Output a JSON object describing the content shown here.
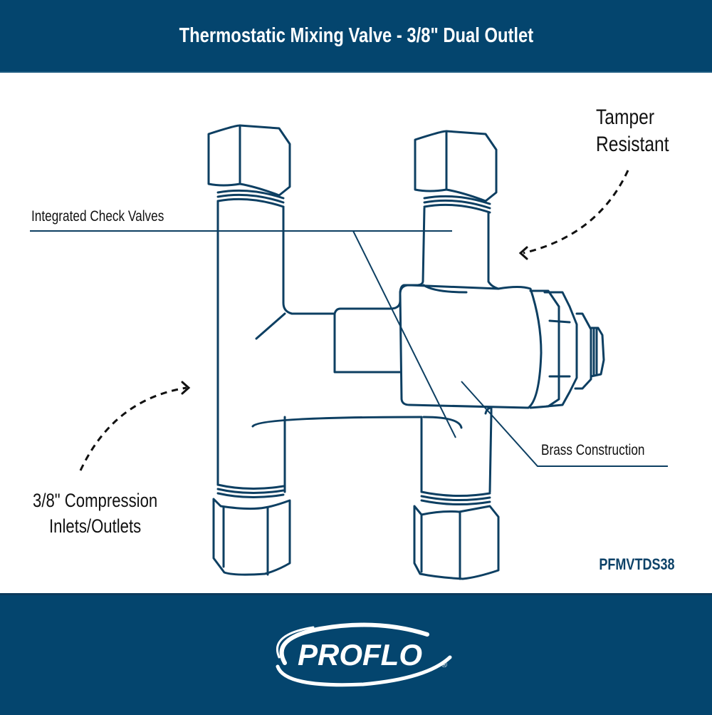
{
  "header": {
    "title": "Thermostatic Mixing Valve - 3/8\" Dual Outlet",
    "background_color": "#04456e"
  },
  "callouts": {
    "check_valves": "Integrated Check Valves",
    "tamper_line1": "Tamper",
    "tamper_line2": "Resistant",
    "brass": "Brass Construction",
    "compression_line1": "3/8\" Compression",
    "compression_line2": "Inlets/Outlets"
  },
  "product": {
    "sku": "PFMVTDS38",
    "line_color": "#0d3f62"
  },
  "footer": {
    "brand": "PROFLO",
    "registered_mark": "®",
    "background_color": "#04456e"
  },
  "icons": {
    "arrow_tamper": "dashed-curved-arrow-left",
    "arrow_compression": "dashed-curved-arrow-right"
  }
}
